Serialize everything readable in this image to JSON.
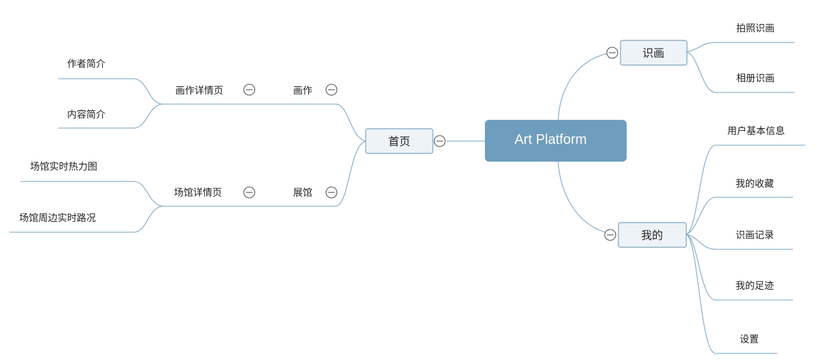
{
  "root": {
    "label": "Art Platform"
  },
  "left": {
    "home": {
      "label": "首页",
      "children": {
        "artwork": {
          "label": "画作",
          "detail": {
            "label": "画作详情页",
            "leaves": [
              "作者简介",
              "内容简介"
            ]
          }
        },
        "venue": {
          "label": "展馆",
          "detail": {
            "label": "场馆详情页",
            "leaves": [
              "场馆实时热力图",
              "场馆周边实时路况"
            ]
          }
        }
      }
    }
  },
  "right": {
    "recognize": {
      "label": "识画",
      "leaves": [
        "拍照识画",
        "相册识画"
      ]
    },
    "mine": {
      "label": "我的",
      "leaves": [
        "用户基本信息",
        "我的收藏",
        "识画记录",
        "我的足迹",
        "设置"
      ]
    }
  },
  "colors": {
    "root": "#6f9dbd",
    "edge": "#8fb3cc",
    "box_fill": "#eef3f8",
    "box_stroke": "#7da3bf"
  }
}
